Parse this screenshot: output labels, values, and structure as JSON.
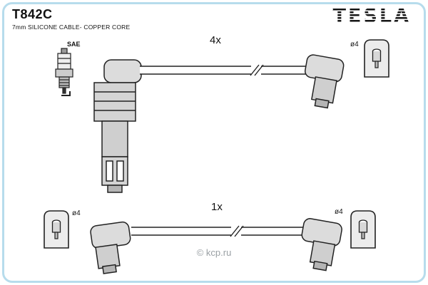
{
  "header": {
    "part_number": "T842C",
    "subtitle": "7mm SILICONE CABLE- COPPER CORE",
    "brand": "TESLA"
  },
  "diagram": {
    "top_quantity": "4x",
    "bottom_quantity": "1x",
    "sae_label": "SAE",
    "top_right_diameter": "ø4",
    "bottom_left_diameter": "ø4",
    "bottom_right_diameter": "ø4"
  },
  "watermark": "© kcp.ru",
  "colors": {
    "border": "#b7dcec",
    "part_gray": "#dcdcdc",
    "watermark": "#9aa0a4"
  }
}
